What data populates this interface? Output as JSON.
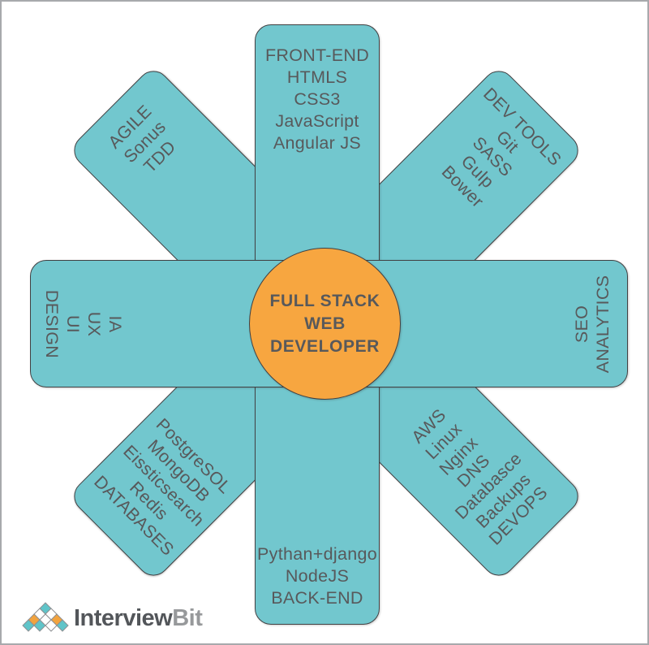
{
  "center": {
    "lines": [
      "FULL STACK",
      "WEB",
      "DEVELOPER"
    ]
  },
  "arms": {
    "top": {
      "topic": "front-end",
      "lines": [
        "FRONT-END",
        "HTMLS",
        "CSS3",
        "JavaScript",
        "Angular JS"
      ]
    },
    "top_right": {
      "topic": "dev-tools",
      "lines": [
        "DEV TOOLS",
        "Git",
        "SASS",
        "Gulp",
        "Bower"
      ]
    },
    "right": {
      "topic": "seo",
      "lines": [
        "SEO",
        "ANALYTICS"
      ]
    },
    "bottom_right": {
      "topic": "devops",
      "lines": [
        "AWS",
        "Linux",
        "Nginx",
        "DNS",
        "Databasce",
        "Backups",
        "DEVOPS"
      ]
    },
    "bottom": {
      "topic": "back-end",
      "lines": [
        "Pythan+django",
        "NodeJS",
        "BACK-END"
      ]
    },
    "bottom_left": {
      "topic": "databases",
      "lines": [
        "PostgreSOL",
        "MongoDB",
        "Eissticsearch",
        "Redis",
        "DATABASES"
      ]
    },
    "left": {
      "topic": "design",
      "lines": [
        "IA",
        "UX",
        "UI",
        "DESIGN"
      ]
    },
    "top_left": {
      "topic": "agile",
      "lines": [
        "AGILE",
        "Sonus",
        "TDD"
      ]
    }
  },
  "logo": {
    "brand_primary": "Interview",
    "brand_secondary": "Bit",
    "diamond_rows": [
      [
        "teal"
      ],
      [
        "white",
        "white"
      ],
      [
        "orange",
        "white",
        "orange"
      ],
      [
        "teal",
        "teal",
        "white",
        "teal"
      ]
    ]
  },
  "colors": {
    "arm_fill": "#72c7ce",
    "arm_border": "#414042",
    "text": "#58595b",
    "circle_fill": "#f7a640",
    "logo_teal": "#5fc4c9",
    "logo_orange": "#f2a33e",
    "logo_white": "#ffffff",
    "logo_outline": "#8e9093",
    "logo_text_primary": "#53565a",
    "logo_text_secondary": "#97999b"
  }
}
